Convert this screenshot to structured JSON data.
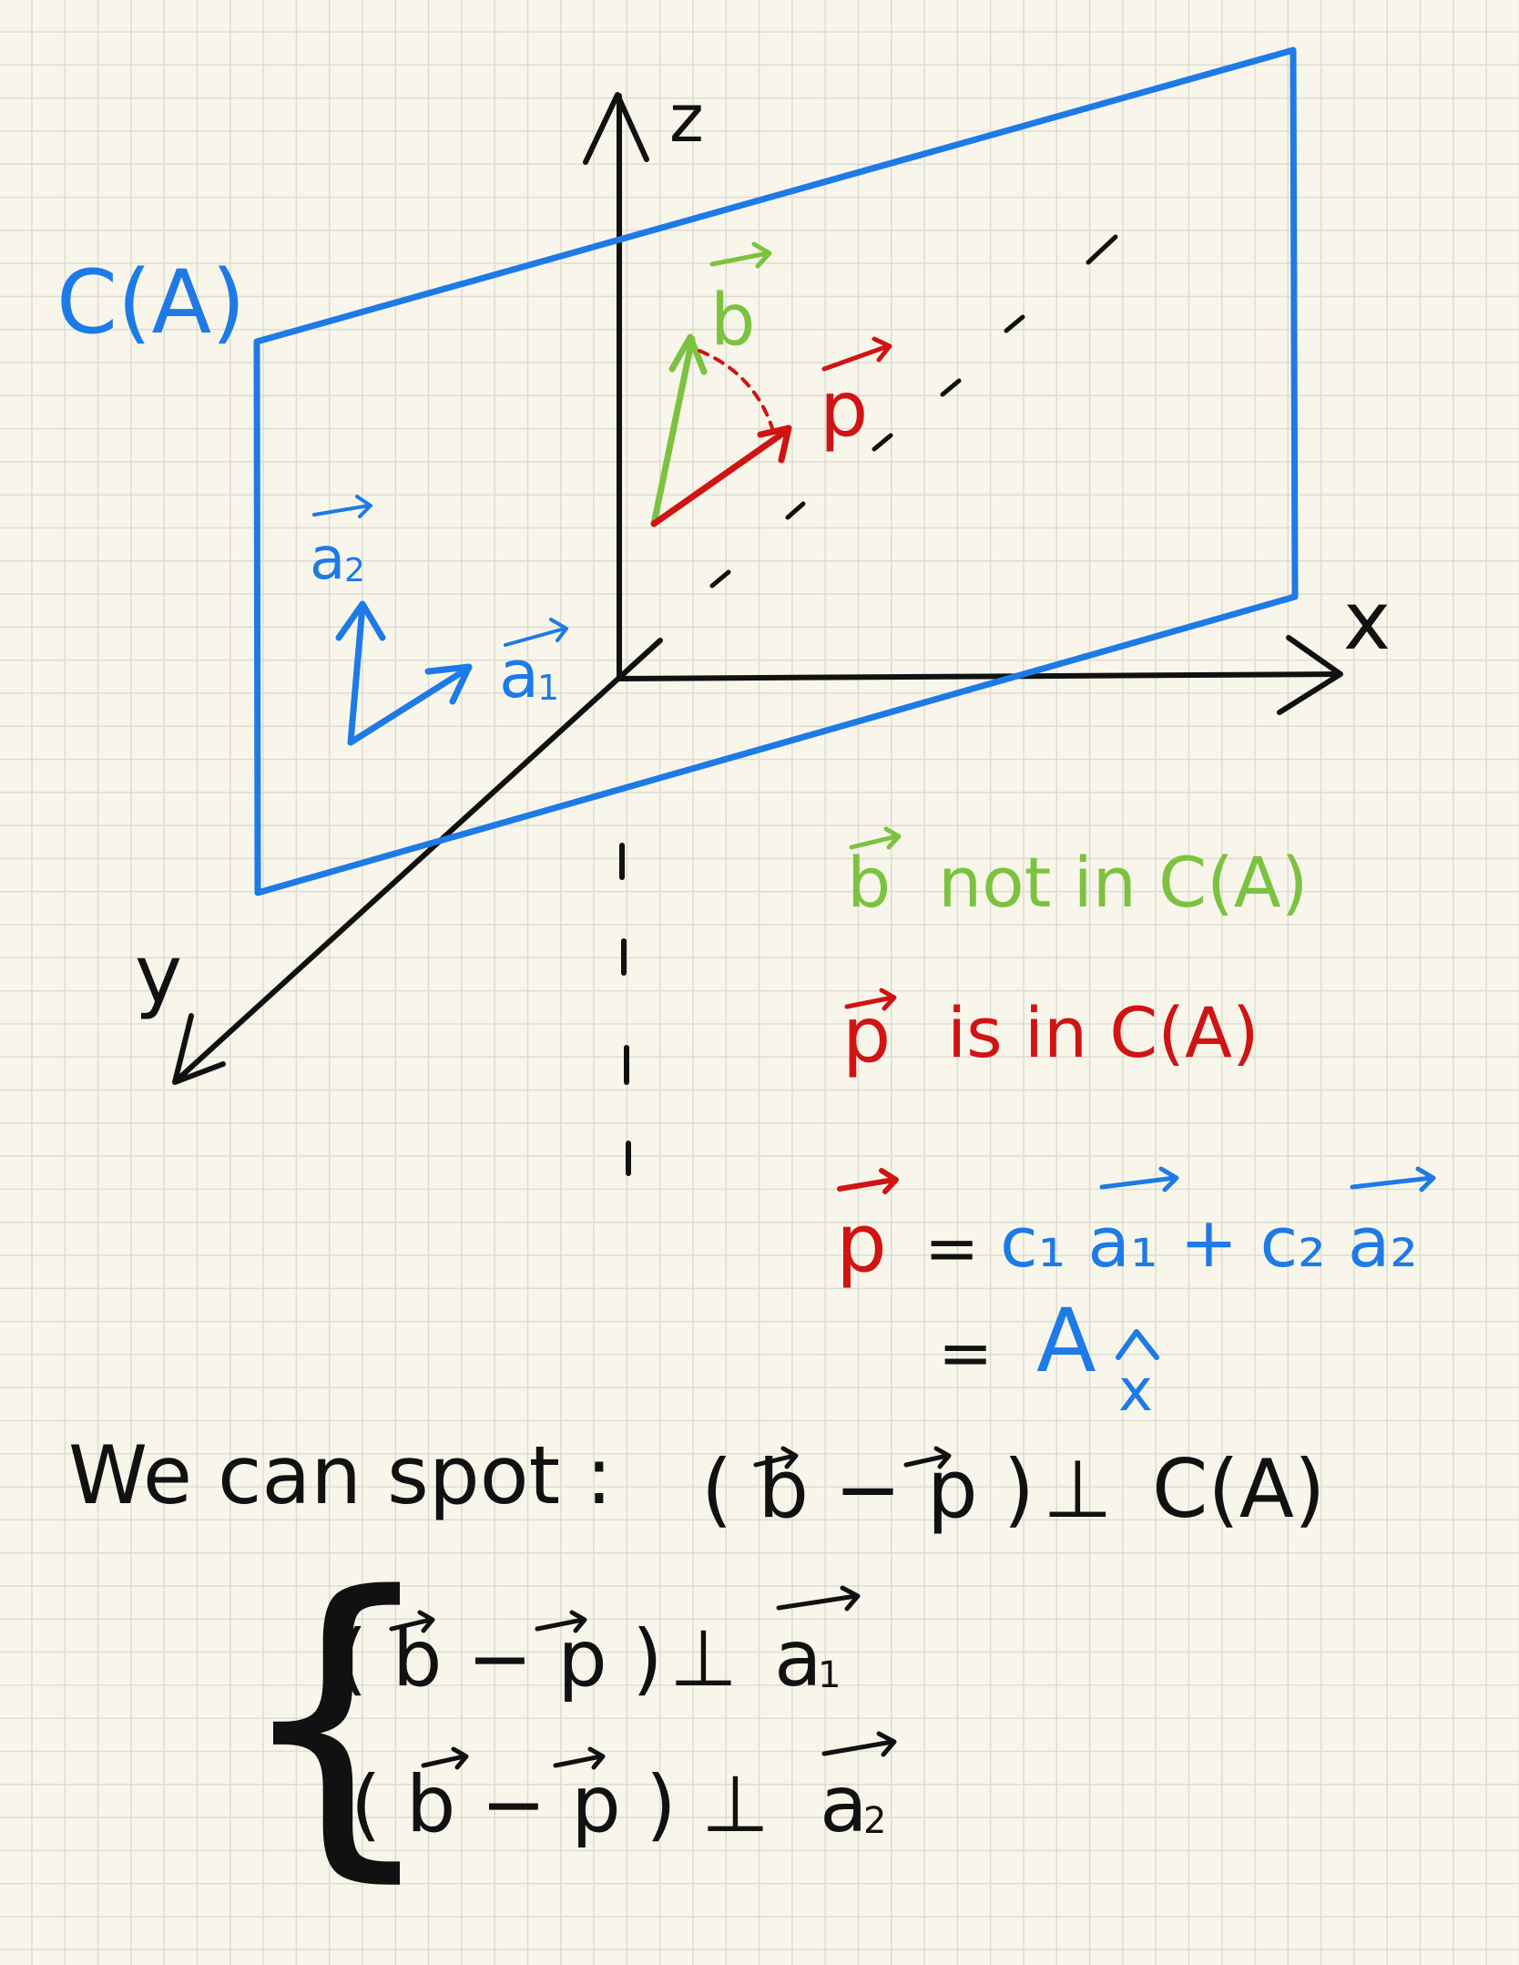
{
  "axes": {
    "z": "z",
    "x": "x",
    "y": "y"
  },
  "plane": {
    "label": "C(A)"
  },
  "vectors": {
    "b": "b",
    "p": "p",
    "a1": "a",
    "a1_sub": "1",
    "a2": "a",
    "a2_sub": "2"
  },
  "notes": {
    "b_line": {
      "sym": "b",
      "text": "not  in  C(A)"
    },
    "p_line": {
      "sym": "p",
      "text": "is   in  C(A)"
    },
    "eq1": {
      "lhs": "p",
      "eq": "=",
      "rhs": "c₁ a₁ + c₂ a₂"
    },
    "eq2": {
      "eq": "=",
      "rhs_A": "A",
      "rhs_x": "x"
    }
  },
  "conclusion": {
    "intro": "We can spot :",
    "main": "( b − p )",
    "perp": "⊥",
    "space": "C(A)",
    "sys1_lhs": "( b − p )",
    "sys1_rhs": "a",
    "sys1_sub": "1",
    "sys2_lhs": "( b − p )",
    "sys2_rhs": "a",
    "sys2_sub": "2",
    "brace": "{"
  },
  "colors": {
    "blue": "#1e7ae6",
    "green": "#7cc241",
    "red": "#d01414",
    "black": "#111111",
    "paper": "#f8f6ea",
    "grid": "#dcdcd2"
  }
}
